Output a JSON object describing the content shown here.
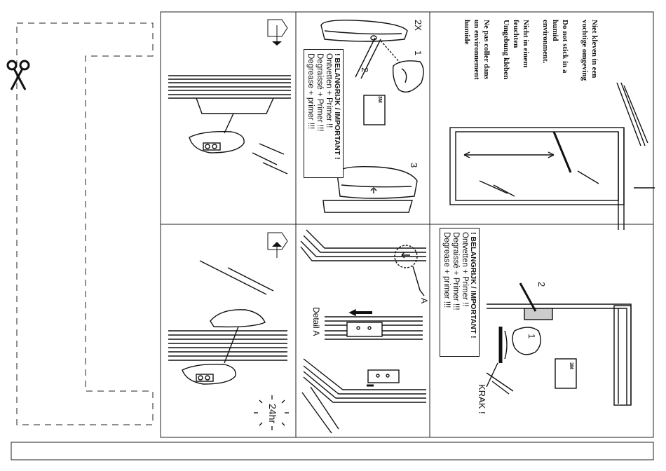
{
  "warning": {
    "lines": [
      "Niet kleven in een",
      "vochtige omgeving",
      "",
      "Do not stick in a",
      "humid",
      "environment.",
      "",
      "Nicht in einem",
      "feuchten",
      "Umgebung kleben",
      "",
      "Ne pas coller dans",
      "un environnement",
      "humide"
    ]
  },
  "important_box": {
    "heading": "! BELANGRIJK / IMPORTANT !",
    "lines": [
      "Ontvetten + Primer !!",
      "Degraissé + Primer !!!",
      "Degrease + primer !!!"
    ]
  },
  "steps": {
    "s1": "1",
    "s2": "2",
    "s3": "3",
    "count": "2X"
  },
  "wipe_label": "3M",
  "krak": "KRAK !",
  "detail": {
    "label": "Detail A",
    "marker": "A"
  },
  "timer": "24hr",
  "colors": {
    "line": "#111111",
    "hatch": "#999999"
  }
}
